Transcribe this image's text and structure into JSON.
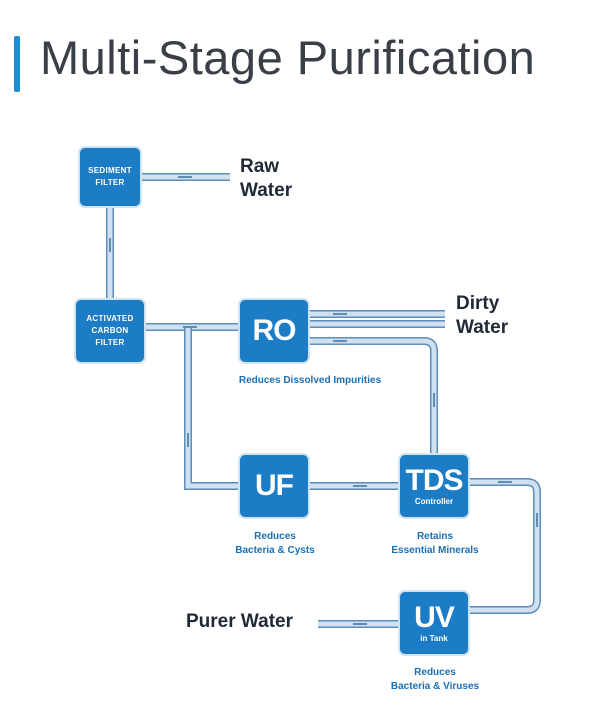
{
  "title": "Multi-Stage Purification",
  "colors": {
    "accent": "#1a8fd1",
    "box": "#1d7cc6",
    "pipe": "#cfe1f0",
    "pipe_border": "#5d8db8",
    "caption": "#1b6fb3"
  },
  "stages": {
    "sediment": {
      "line1": "SEDIMENT",
      "line2": "FILTER"
    },
    "carbon": {
      "line1": "ACTIVATED",
      "line2": "CARBON",
      "line3": "FILTER"
    },
    "ro": {
      "label": "RO",
      "caption": "Reduces Dissolved Impurities"
    },
    "uf": {
      "label": "UF",
      "caption_line1": "Reduces",
      "caption_line2": "Bacteria & Cysts"
    },
    "tds": {
      "label": "TDS",
      "sub": "Controller",
      "caption_line1": "Retains",
      "caption_line2": "Essential Minerals"
    },
    "uv": {
      "label": "UV",
      "sub": "in Tank",
      "caption_line1": "Reduces",
      "caption_line2": "Bacteria & Viruses"
    }
  },
  "endpoints": {
    "raw_water": {
      "line1": "Raw",
      "line2": "Water"
    },
    "dirty_water": {
      "line1": "Dirty",
      "line2": "Water"
    },
    "purer_water": "Purer Water"
  }
}
